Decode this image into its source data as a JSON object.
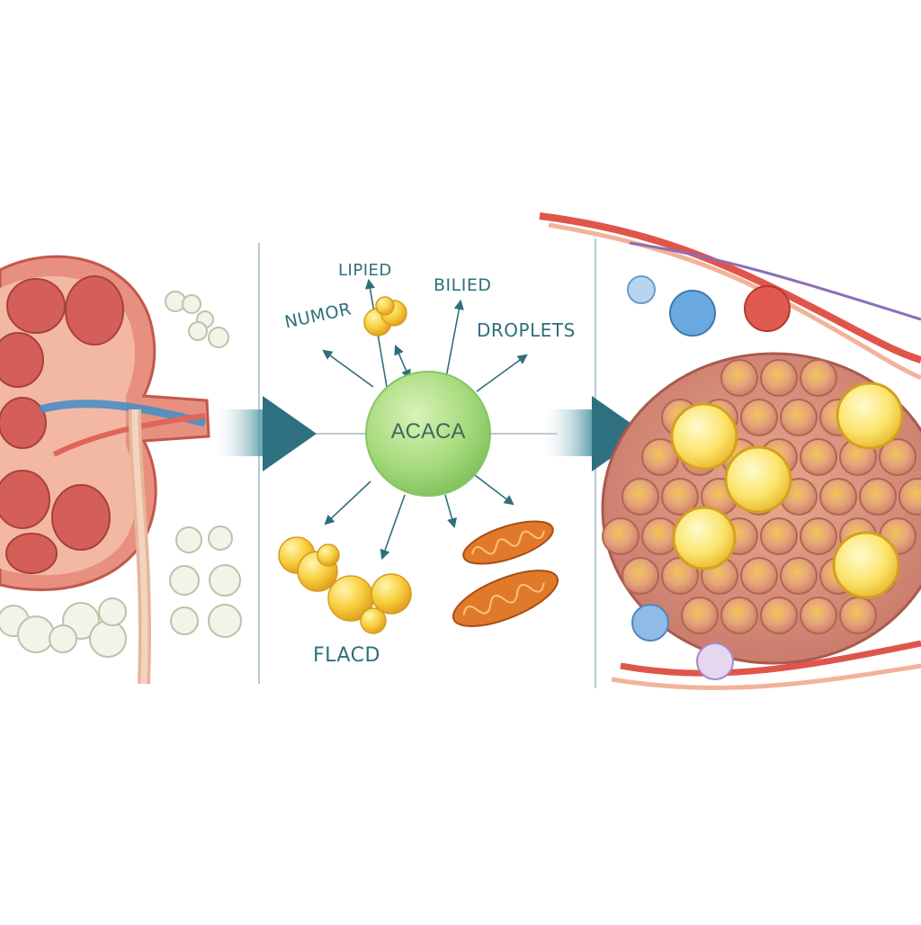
{
  "labels": {
    "center": "ACACA",
    "top_left": "LIPIED",
    "left": "NUMOR",
    "top_right_1": "BILIED",
    "top_right_2": "DROPLETS",
    "bottom_left": "FLACD"
  },
  "colors": {
    "accent_teal": "#2f6f7a",
    "center_circle": "#9fd47a",
    "lipid_yellow": "#f5c030",
    "kidney_red": "#d9675f",
    "mitochondria_orange": "#e07a2a",
    "adipose_pink": "#d99a86"
  }
}
